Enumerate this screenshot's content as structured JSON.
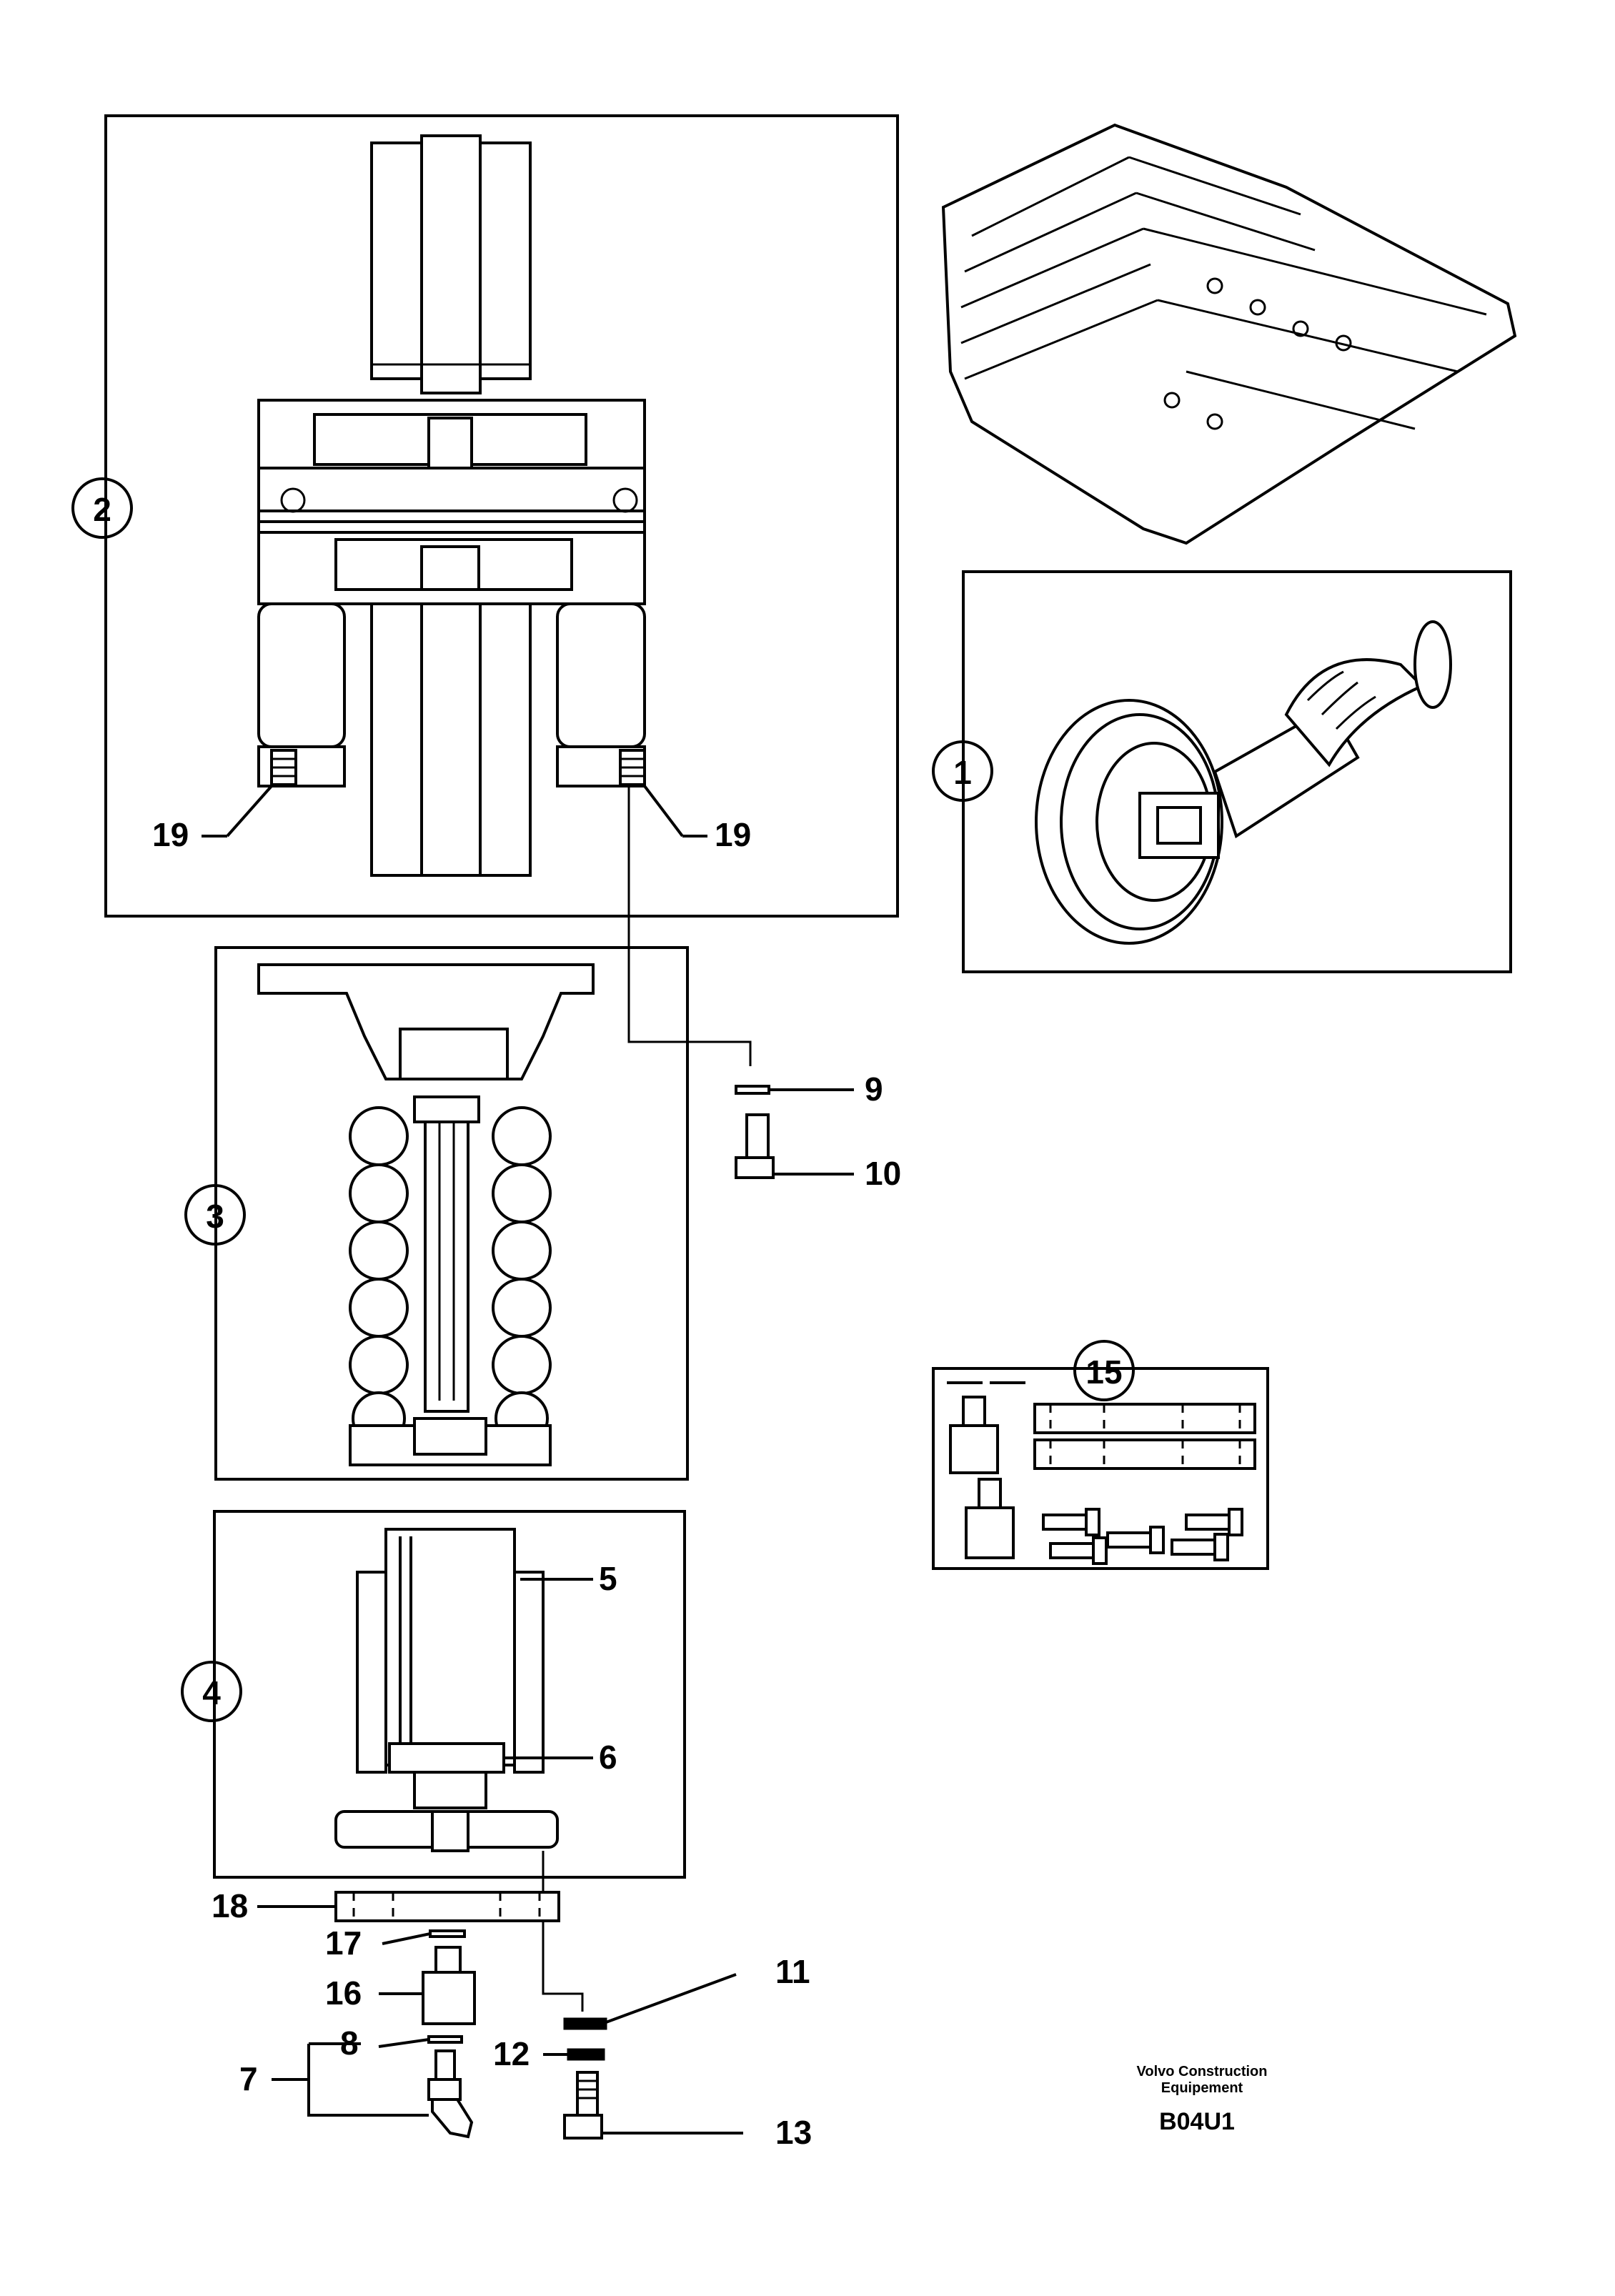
{
  "views": {
    "idler_section": {
      "id": "2",
      "left_label": "19",
      "right_label": "19"
    },
    "idler_assembly": {
      "id": "1"
    },
    "spring_section": {
      "id": "3"
    },
    "cylinder_section": {
      "id": "4",
      "label_a": "5",
      "label_b": "6"
    },
    "kit": {
      "id": "15"
    }
  },
  "callouts": {
    "c9": "9",
    "c10": "10",
    "c11": "11",
    "c12": "12",
    "c13": "13",
    "c7": "7",
    "c8": "8",
    "c16": "16",
    "c17": "17",
    "c18": "18"
  },
  "footer": {
    "manufacturer_line1": "Volvo Construction",
    "manufacturer_line2": "Equipement",
    "drawing_code": "B04U1"
  }
}
